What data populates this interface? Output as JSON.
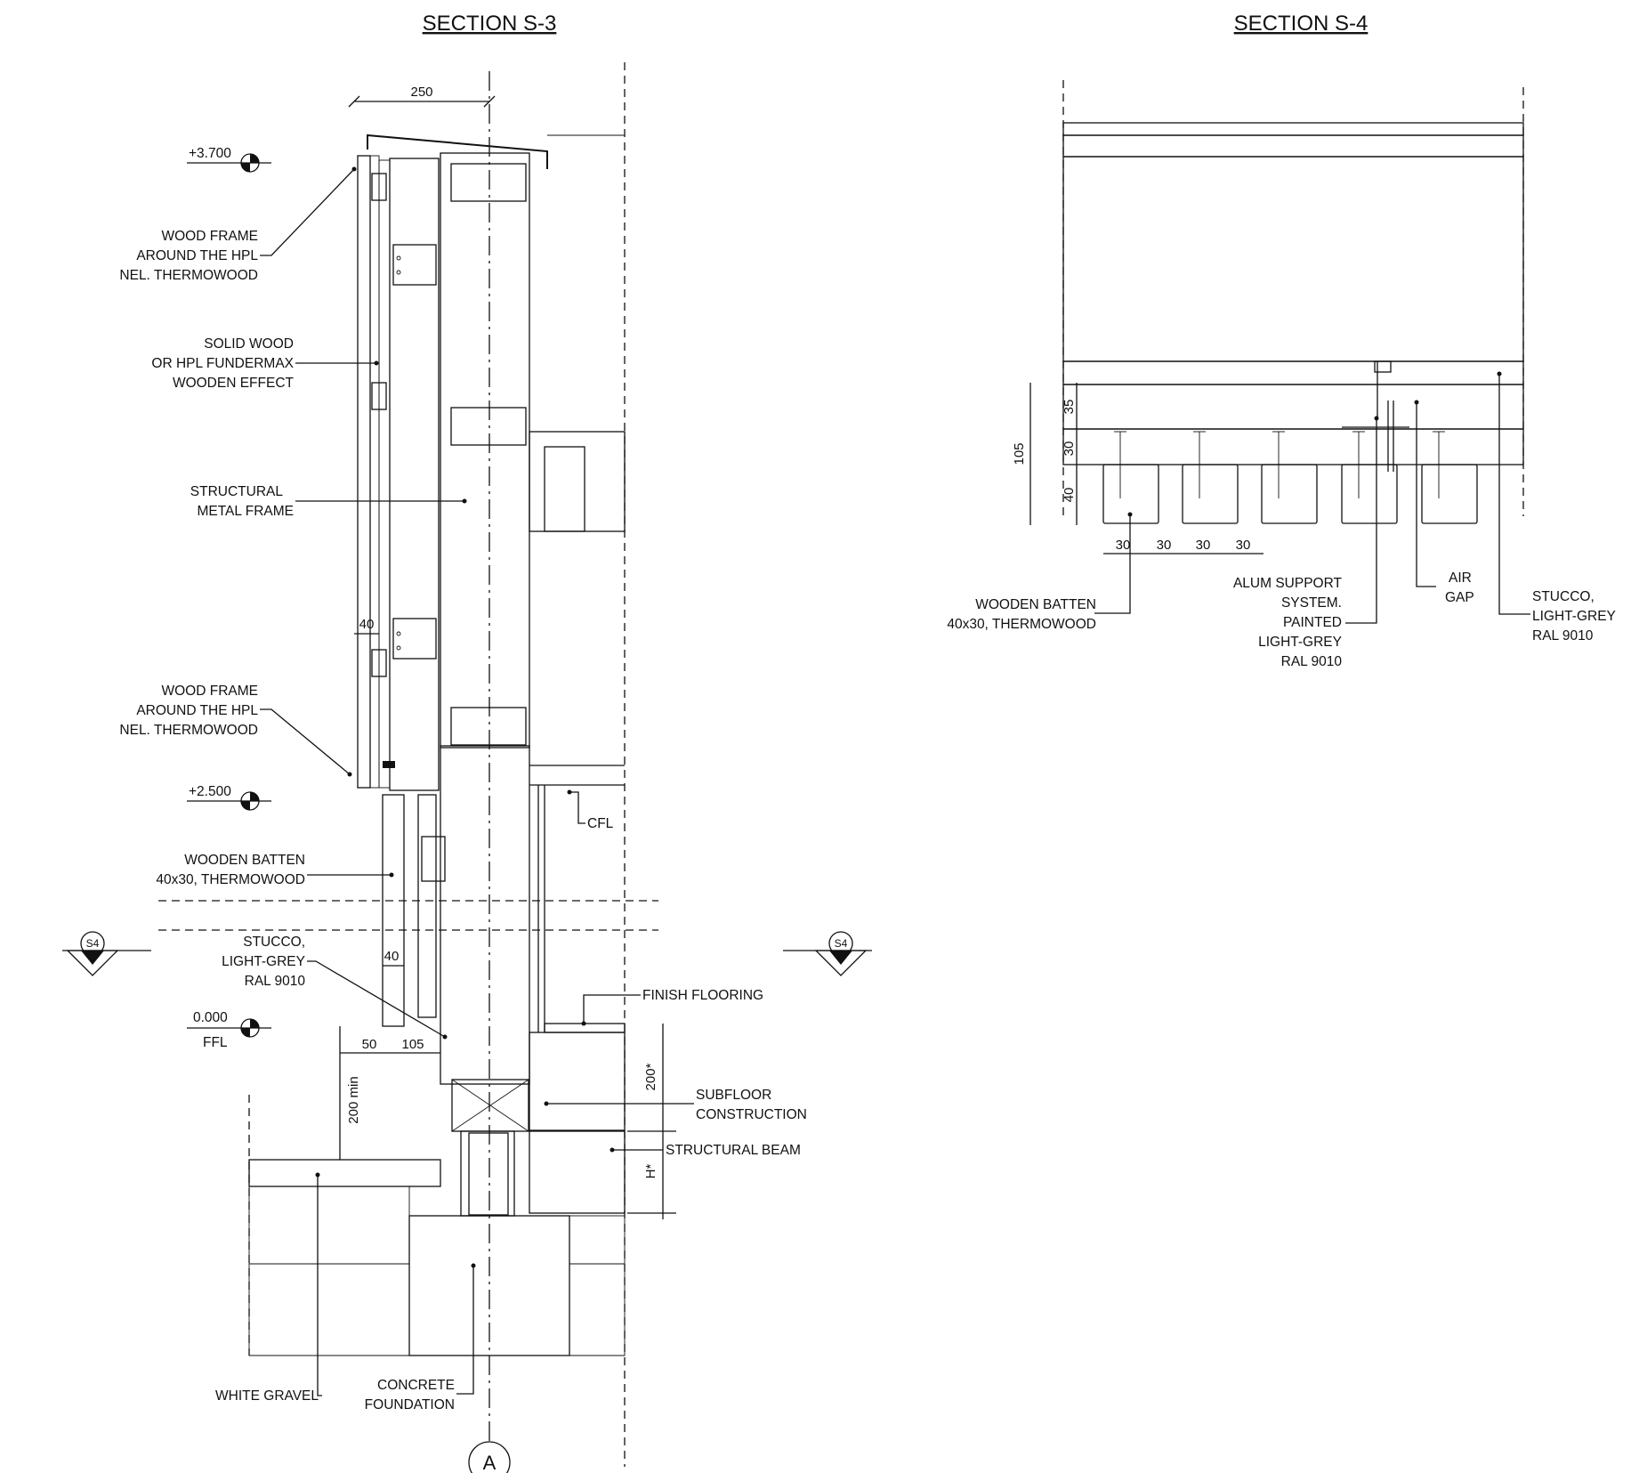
{
  "sections": {
    "s3": {
      "title": "SECTION S-3",
      "levels": {
        "top": "+3.700",
        "mid": "+2.500",
        "floor": "0.000",
        "floor_sub": "FFL"
      },
      "dims": {
        "d250": "250",
        "d40a": "40",
        "d40b": "40",
        "d50": "50",
        "d105": "105",
        "d200min": "200 min",
        "d200": "200*",
        "dH": "H*"
      },
      "labels": {
        "wood_frame_1": [
          "WOOD FRAME",
          "AROUND THE HPL",
          "NEL. THERMOWOOD"
        ],
        "solid_wood": [
          "SOLID WOOD",
          "OR HPL FUNDERMAX",
          "WOODEN EFFECT"
        ],
        "structural_metal": [
          "STRUCTURAL",
          "METAL FRAME"
        ],
        "wood_frame_2": [
          "WOOD FRAME",
          "AROUND THE HPL",
          "NEL. THERMOWOOD"
        ],
        "batten": [
          "WOODEN BATTEN",
          "40x30, THERMOWOOD"
        ],
        "stucco": [
          "STUCCO,",
          "LIGHT-GREY",
          "RAL 9010"
        ],
        "cfl": "CFL",
        "finish_flooring": "FINISH FLOORING",
        "subfloor": [
          "SUBFLOOR",
          "CONSTRUCTION"
        ],
        "structural_beam": "STRUCTURAL BEAM",
        "white_gravel": "WHITE GRAVEL",
        "concrete": [
          "CONCRETE",
          "FOUNDATION"
        ]
      },
      "section_marks": {
        "left": "S4",
        "right": "S4"
      },
      "grid_bubble": "A"
    },
    "s4": {
      "title": "SECTION S-4",
      "dims": {
        "d105": "105",
        "d35": "35",
        "d30v": "30",
        "d40": "40",
        "h1": "30",
        "h2": "30",
        "h3": "30",
        "h4": "30"
      },
      "labels": {
        "batten": [
          "WOODEN BATTEN",
          "40x30, THERMOWOOD"
        ],
        "alum": [
          "ALUM SUPPORT",
          "SYSTEM.",
          "PAINTED",
          "LIGHT-GREY",
          "RAL 9010"
        ],
        "air_gap": [
          "AIR",
          "GAP"
        ],
        "stucco": [
          "STUCCO,",
          "LIGHT-GREY",
          "RAL 9010"
        ]
      }
    }
  }
}
